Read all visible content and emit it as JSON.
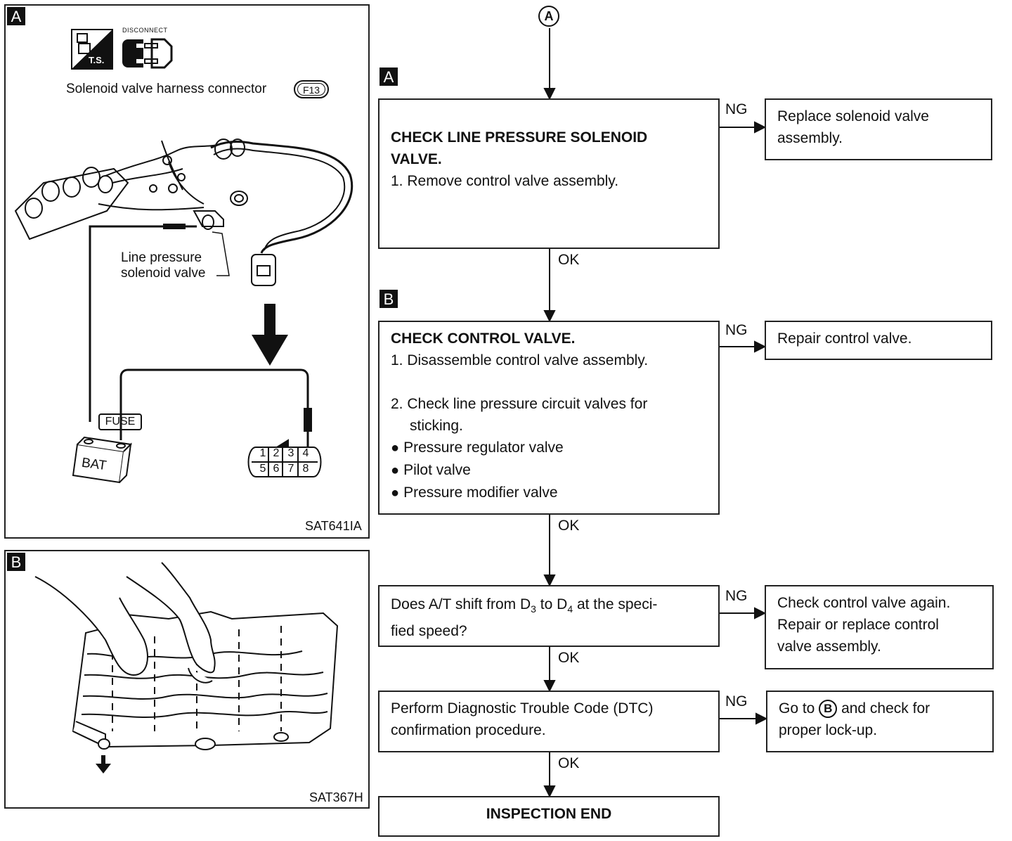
{
  "panel_a": {
    "tag": "A",
    "disconnect_label": "DISCONNECT",
    "ts_label": "T.S.",
    "connector_title": "Solenoid valve harness connector",
    "connector_code": "F13",
    "valve_label_1": "Line pressure",
    "valve_label_2": "solenoid valve",
    "fuse_label": "FUSE",
    "bat_label": "BAT",
    "pins_top": [
      "1",
      "2",
      "3",
      "4"
    ],
    "pins_bottom": [
      "5",
      "6",
      "7",
      "8"
    ],
    "figure_code": "SAT641IA"
  },
  "panel_b": {
    "tag": "B",
    "figure_code": "SAT367H"
  },
  "flow": {
    "start_connector": "A",
    "step_a_tag": "A",
    "step_b_tag": "B",
    "step1": {
      "title_1": "CHECK LINE PRESSURE SOLENOID",
      "title_2": "VALVE.",
      "item_1": "1.  Remove control valve assembly."
    },
    "step2": {
      "title": "CHECK CONTROL VALVE.",
      "item_1": "1. Disassemble control valve assembly.",
      "item_2a": "2. Check line pressure circuit valves for",
      "item_2b": "sticking.",
      "bullet_1": "Pressure regulator valve",
      "bullet_2": "Pilot valve",
      "bullet_3": "Pressure modifier valve"
    },
    "step3": {
      "text_a": "Does A/T shift from D",
      "sub_a": "3",
      "text_b": " to D",
      "sub_b": "4",
      "text_c": " at the speci-",
      "text_d": "fied speed?"
    },
    "step4": {
      "line_1": "Perform Diagnostic Trouble Code (DTC)",
      "line_2": "confirmation procedure."
    },
    "end": "INSPECTION END",
    "ng_label": "NG",
    "ok_label": "OK",
    "ng1": {
      "line_1": "Replace solenoid valve",
      "line_2": "assembly."
    },
    "ng2": {
      "line_1": "Repair control valve."
    },
    "ng3": {
      "line_1": "Check control valve again.",
      "line_2": "Repair or replace control",
      "line_3": "valve assembly."
    },
    "ng4": {
      "line_1_a": "Go to",
      "circle": "B",
      "line_1_b": "and check for",
      "line_2": "proper lock-up."
    }
  }
}
